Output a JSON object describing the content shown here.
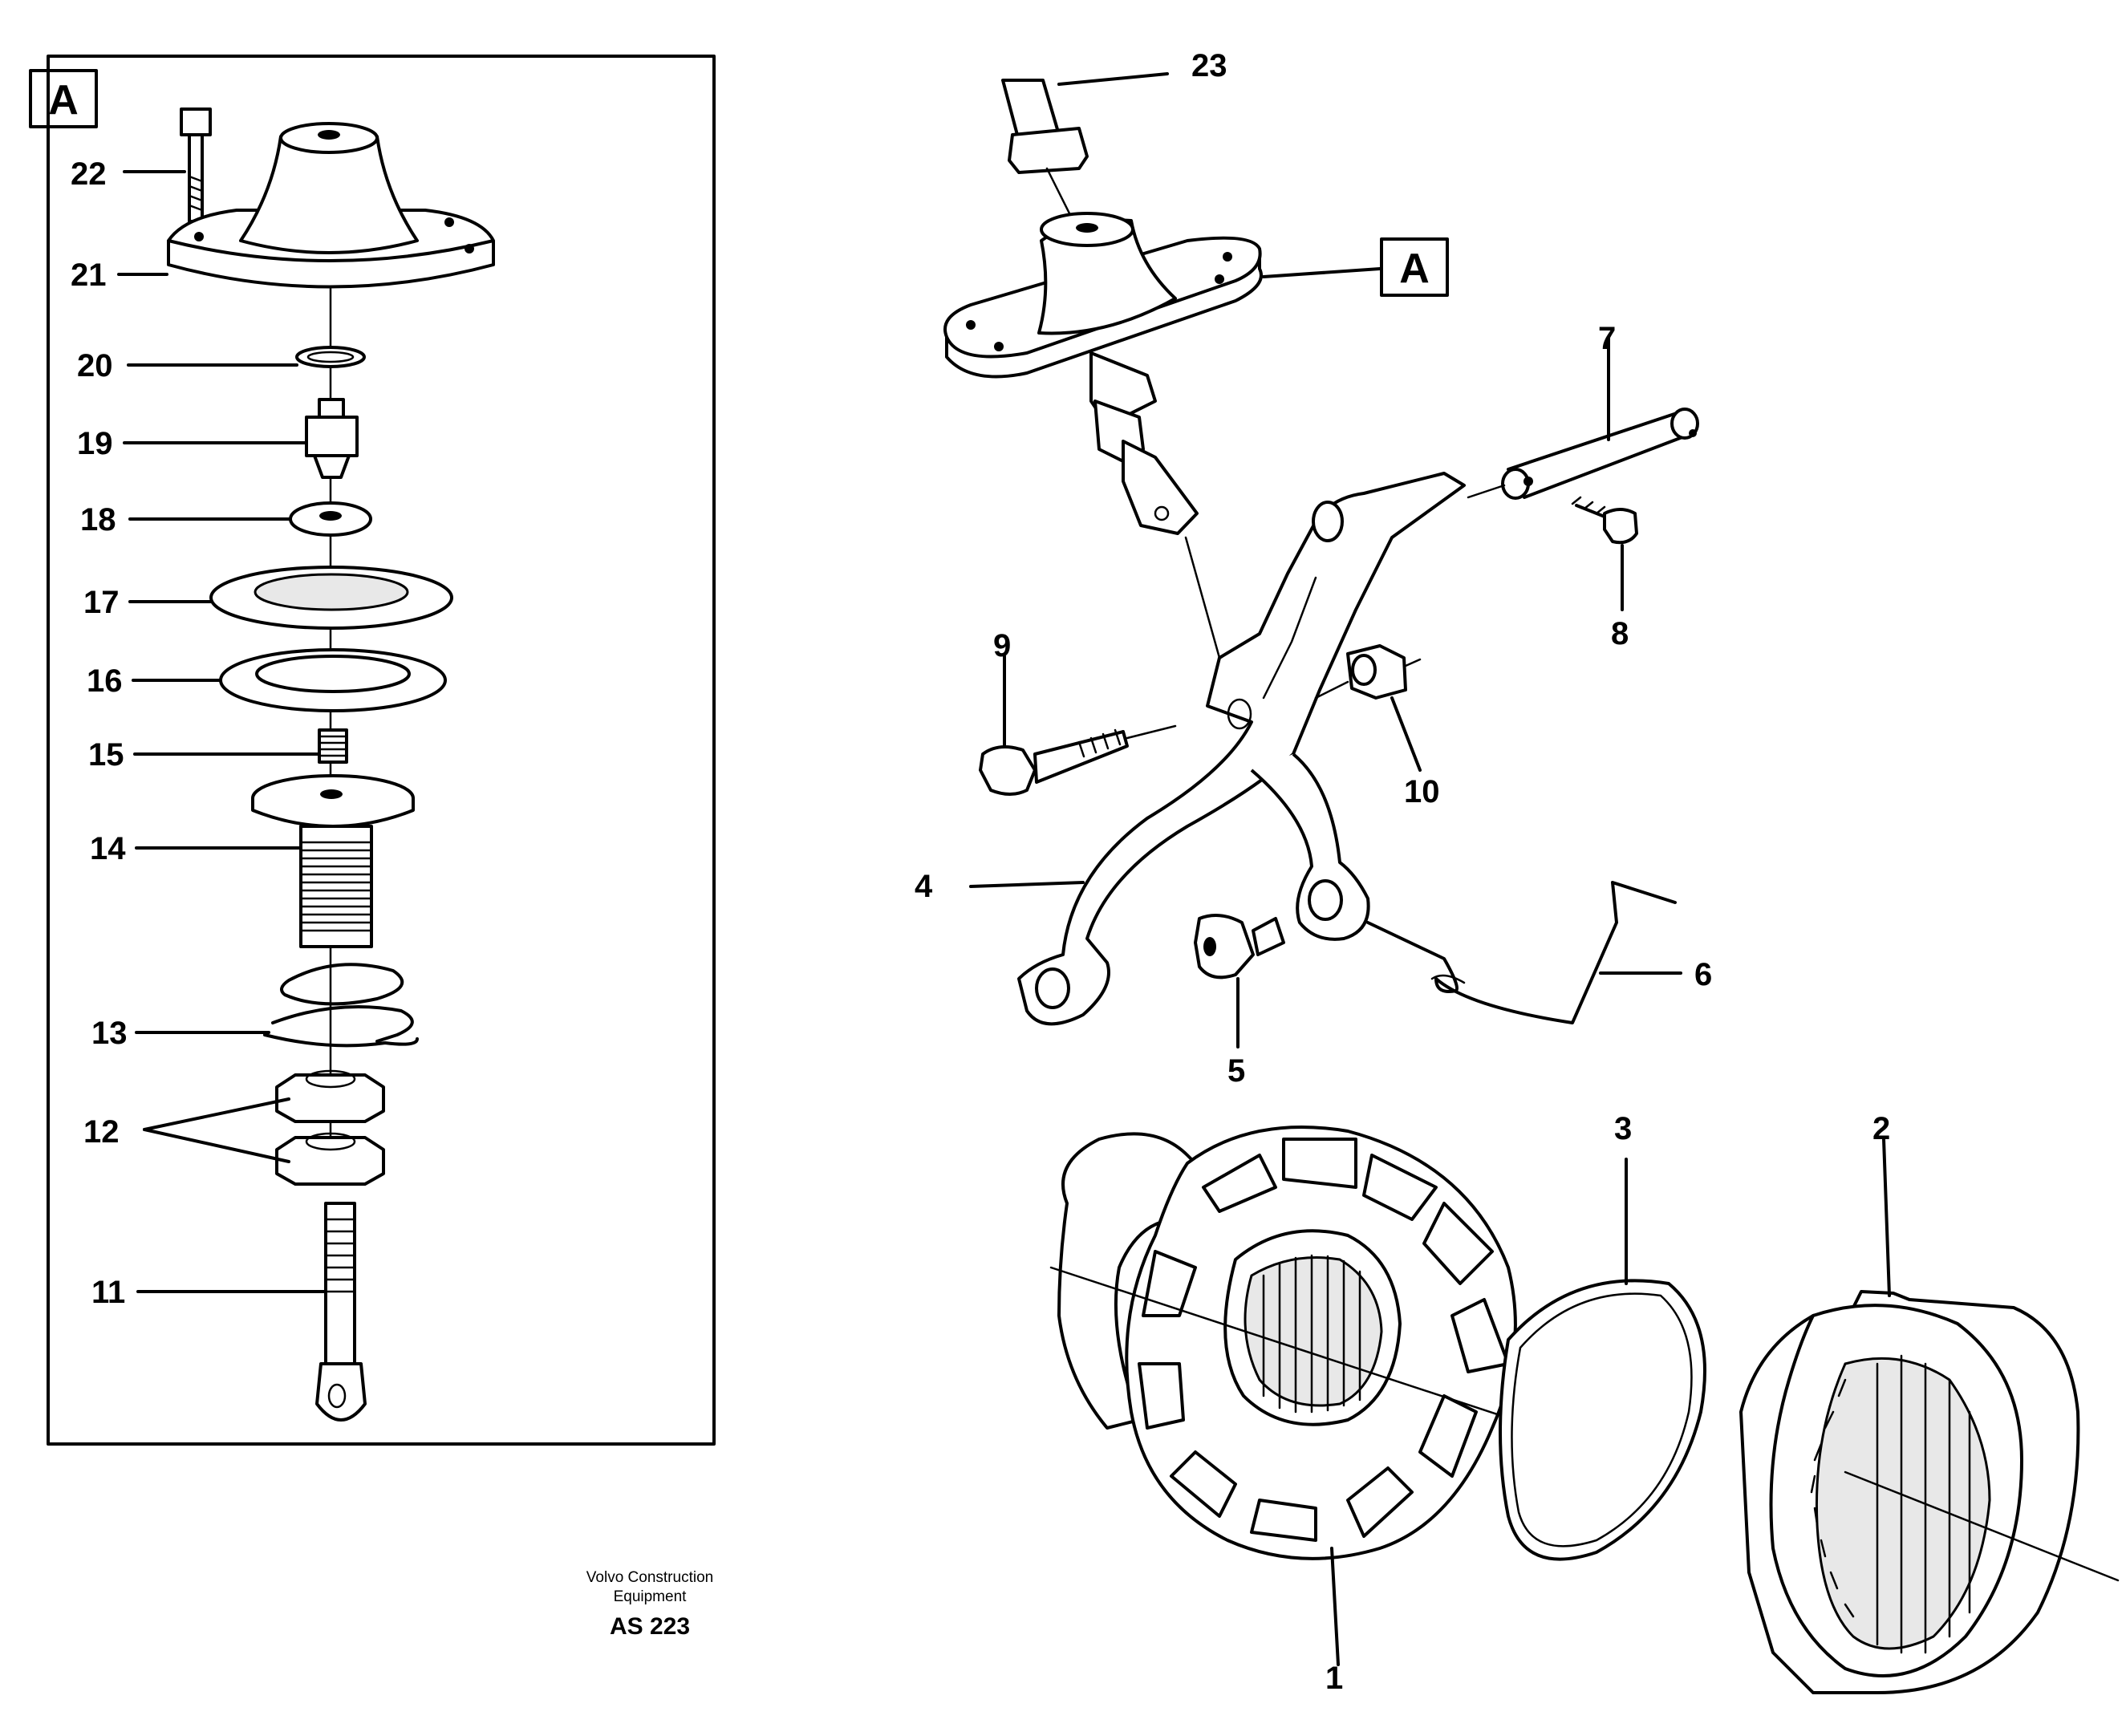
{
  "detail_box": {
    "letter": "A"
  },
  "callout_box": {
    "letter": "A"
  },
  "detail_labels": [
    "22",
    "21",
    "20",
    "19",
    "18",
    "17",
    "16",
    "15",
    "14",
    "13",
    "12",
    "11"
  ],
  "main_labels": [
    "23",
    "7",
    "8",
    "9",
    "10",
    "4",
    "5",
    "6",
    "3",
    "2",
    "1"
  ],
  "footer": {
    "line1": "Volvo Construction",
    "line2": "Equipment",
    "code": "AS 223"
  }
}
